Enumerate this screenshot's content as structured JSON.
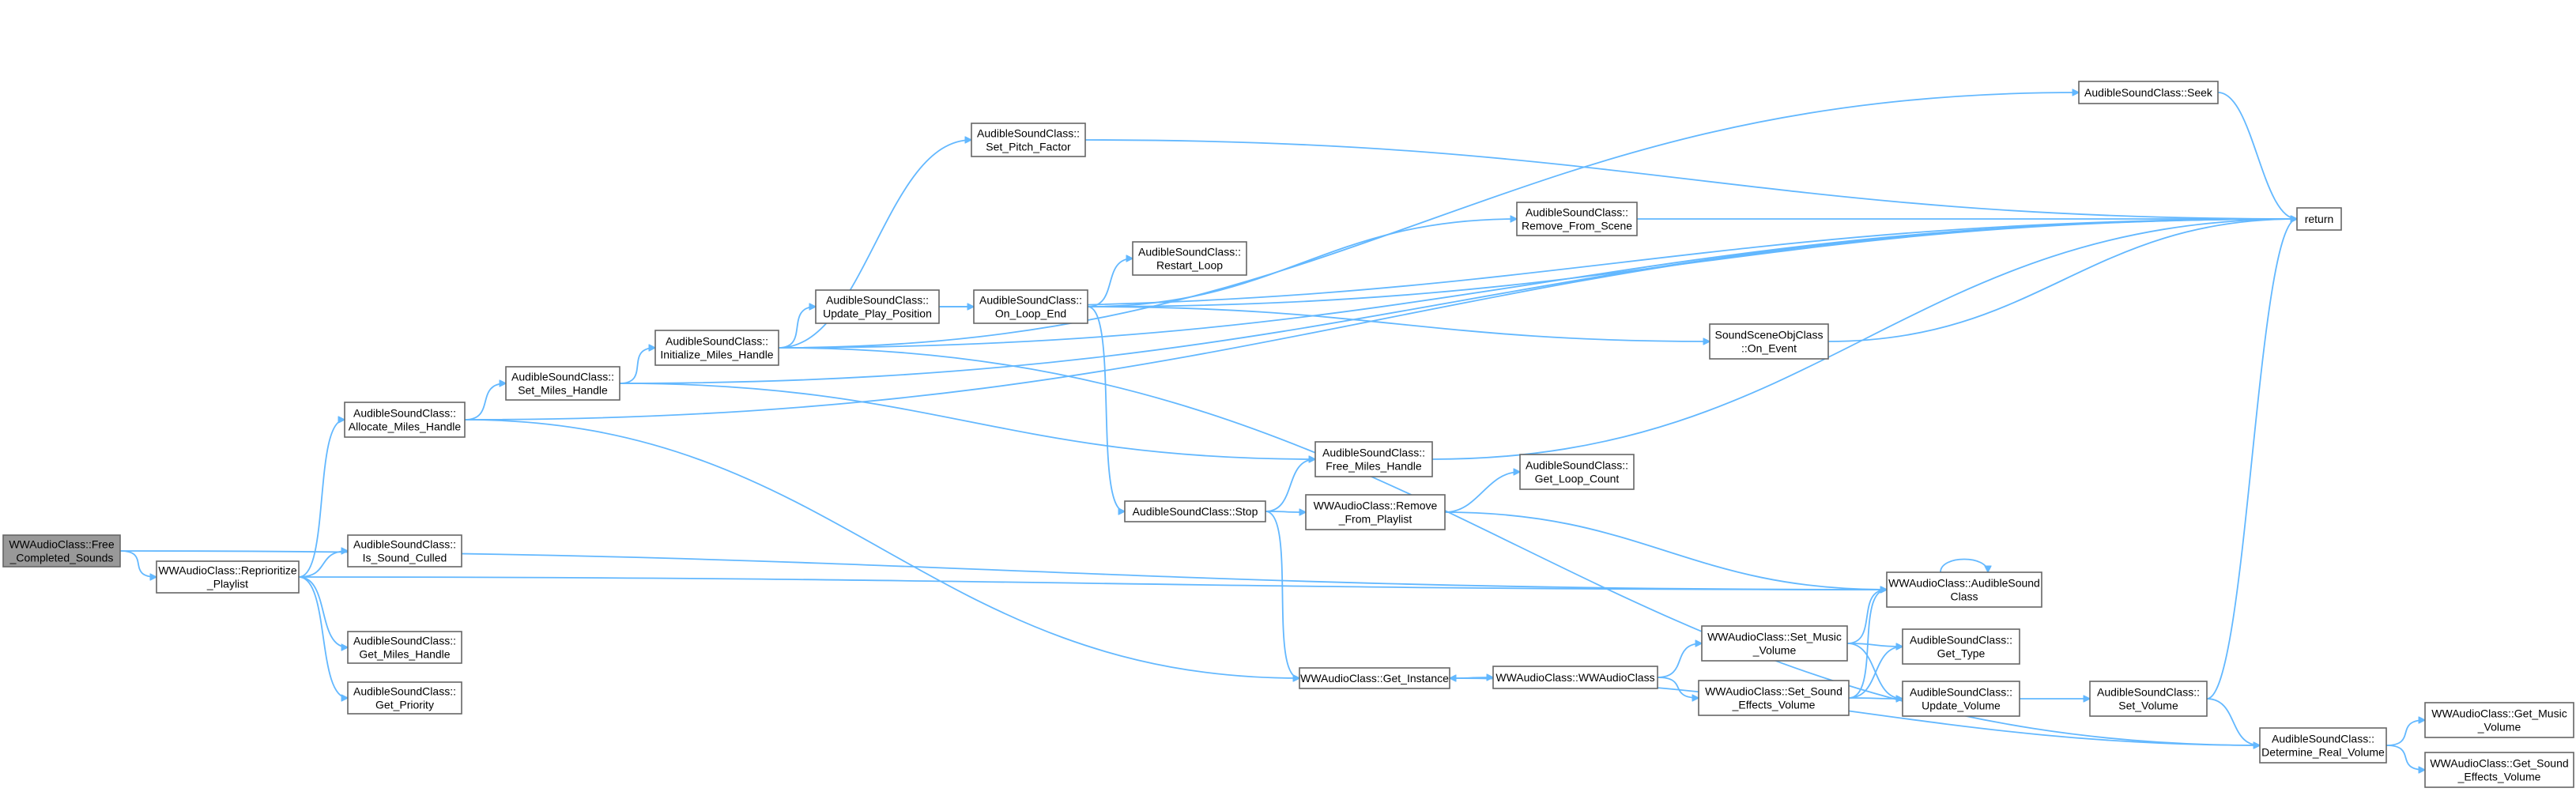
{
  "diagram": {
    "edge_color": "#63b8ff",
    "node_border_color": "#666666",
    "root_fill_color": "#999999",
    "nodes": [
      {
        "id": "free",
        "lines": [
          "WWAudioClass::Free",
          "_Completed_Sounds"
        ],
        "root": true
      },
      {
        "id": "reprio",
        "lines": [
          "WWAudioClass::Reprioritize",
          "_Playlist"
        ]
      },
      {
        "id": "alloc",
        "lines": [
          "AudibleSoundClass::",
          "Allocate_Miles_Handle"
        ]
      },
      {
        "id": "isculled",
        "lines": [
          "AudibleSoundClass::",
          "Is_Sound_Culled"
        ]
      },
      {
        "id": "getmiles",
        "lines": [
          "AudibleSoundClass::",
          "Get_Miles_Handle"
        ]
      },
      {
        "id": "getprio",
        "lines": [
          "AudibleSoundClass::",
          "Get_Priority"
        ]
      },
      {
        "id": "setmiles",
        "lines": [
          "AudibleSoundClass::",
          "Set_Miles_Handle"
        ]
      },
      {
        "id": "initmiles",
        "lines": [
          "AudibleSoundClass::",
          "Initialize_Miles_Handle"
        ]
      },
      {
        "id": "setpitch",
        "lines": [
          "AudibleSoundClass::",
          "Set_Pitch_Factor"
        ]
      },
      {
        "id": "updplay",
        "lines": [
          "AudibleSoundClass::",
          "Update_Play_Position"
        ]
      },
      {
        "id": "onloop",
        "lines": [
          "AudibleSoundClass::",
          "On_Loop_End"
        ]
      },
      {
        "id": "restart",
        "lines": [
          "AudibleSoundClass::",
          "Restart_Loop"
        ]
      },
      {
        "id": "stop",
        "lines": [
          "AudibleSoundClass::Stop"
        ]
      },
      {
        "id": "freemiles",
        "lines": [
          "AudibleSoundClass::",
          "Free_Miles_Handle"
        ]
      },
      {
        "id": "removepl",
        "lines": [
          "WWAudioClass::Remove",
          "_From_Playlist"
        ]
      },
      {
        "id": "getloop",
        "lines": [
          "AudibleSoundClass::",
          "Get_Loop_Count"
        ]
      },
      {
        "id": "removescene",
        "lines": [
          "AudibleSoundClass::",
          "Remove_From_Scene"
        ]
      },
      {
        "id": "onevent",
        "lines": [
          "SoundSceneObjClass",
          "::On_Event"
        ]
      },
      {
        "id": "seek",
        "lines": [
          "AudibleSoundClass::Seek"
        ]
      },
      {
        "id": "ret",
        "lines": [
          "return"
        ]
      },
      {
        "id": "audctor",
        "lines": [
          "WWAudioClass::AudibleSound",
          "Class"
        ]
      },
      {
        "id": "getinst",
        "lines": [
          "WWAudioClass::Get_Instance"
        ]
      },
      {
        "id": "wwctor",
        "lines": [
          "WWAudioClass::WWAudioClass"
        ]
      },
      {
        "id": "setmusic",
        "lines": [
          "WWAudioClass::Set_Music",
          "_Volume"
        ]
      },
      {
        "id": "setsfx",
        "lines": [
          "WWAudioClass::Set_Sound",
          "_Effects_Volume"
        ]
      },
      {
        "id": "gettype",
        "lines": [
          "AudibleSoundClass::",
          "Get_Type"
        ]
      },
      {
        "id": "updvol",
        "lines": [
          "AudibleSoundClass::",
          "Update_Volume"
        ]
      },
      {
        "id": "setvol",
        "lines": [
          "AudibleSoundClass::",
          "Set_Volume"
        ]
      },
      {
        "id": "detvol",
        "lines": [
          "AudibleSoundClass::",
          "Determine_Real_Volume"
        ]
      },
      {
        "id": "getmusicvol",
        "lines": [
          "WWAudioClass::Get_Music",
          "_Volume"
        ]
      },
      {
        "id": "getsfxvol",
        "lines": [
          "WWAudioClass::Get_Sound",
          "_Effects_Volume"
        ]
      }
    ],
    "edges": [
      [
        "free",
        "reprio"
      ],
      [
        "free",
        "audctor"
      ],
      [
        "reprio",
        "alloc"
      ],
      [
        "reprio",
        "isculled"
      ],
      [
        "reprio",
        "getmiles"
      ],
      [
        "reprio",
        "getprio"
      ],
      [
        "reprio",
        "audctor"
      ],
      [
        "alloc",
        "setmiles"
      ],
      [
        "alloc",
        "ret"
      ],
      [
        "alloc",
        "getinst"
      ],
      [
        "setmiles",
        "initmiles"
      ],
      [
        "setmiles",
        "ret"
      ],
      [
        "setmiles",
        "freemiles"
      ],
      [
        "initmiles",
        "setpitch"
      ],
      [
        "initmiles",
        "updplay"
      ],
      [
        "initmiles",
        "ret"
      ],
      [
        "initmiles",
        "seek"
      ],
      [
        "initmiles",
        "detvol"
      ],
      [
        "setpitch",
        "ret"
      ],
      [
        "updplay",
        "onloop"
      ],
      [
        "updplay",
        "ret"
      ],
      [
        "onloop",
        "restart"
      ],
      [
        "onloop",
        "removescene"
      ],
      [
        "onloop",
        "ret"
      ],
      [
        "onloop",
        "onevent"
      ],
      [
        "onloop",
        "stop"
      ],
      [
        "removescene",
        "ret"
      ],
      [
        "onevent",
        "ret"
      ],
      [
        "seek",
        "ret"
      ],
      [
        "stop",
        "freemiles"
      ],
      [
        "stop",
        "removepl"
      ],
      [
        "stop",
        "getinst"
      ],
      [
        "freemiles",
        "ret"
      ],
      [
        "removepl",
        "getloop"
      ],
      [
        "removepl",
        "audctor"
      ],
      [
        "audctor",
        "audctor"
      ],
      [
        "getinst",
        "wwctor"
      ],
      [
        "wwctor",
        "setmusic"
      ],
      [
        "wwctor",
        "setsfx"
      ],
      [
        "setmusic",
        "audctor"
      ],
      [
        "setmusic",
        "gettype"
      ],
      [
        "setmusic",
        "updvol"
      ],
      [
        "setsfx",
        "audctor"
      ],
      [
        "setsfx",
        "gettype"
      ],
      [
        "setsfx",
        "updvol"
      ],
      [
        "updvol",
        "setvol"
      ],
      [
        "setvol",
        "ret"
      ],
      [
        "setvol",
        "detvol"
      ],
      [
        "detvol",
        "getinst"
      ],
      [
        "detvol",
        "getmusicvol"
      ],
      [
        "detvol",
        "getsfxvol"
      ]
    ]
  }
}
